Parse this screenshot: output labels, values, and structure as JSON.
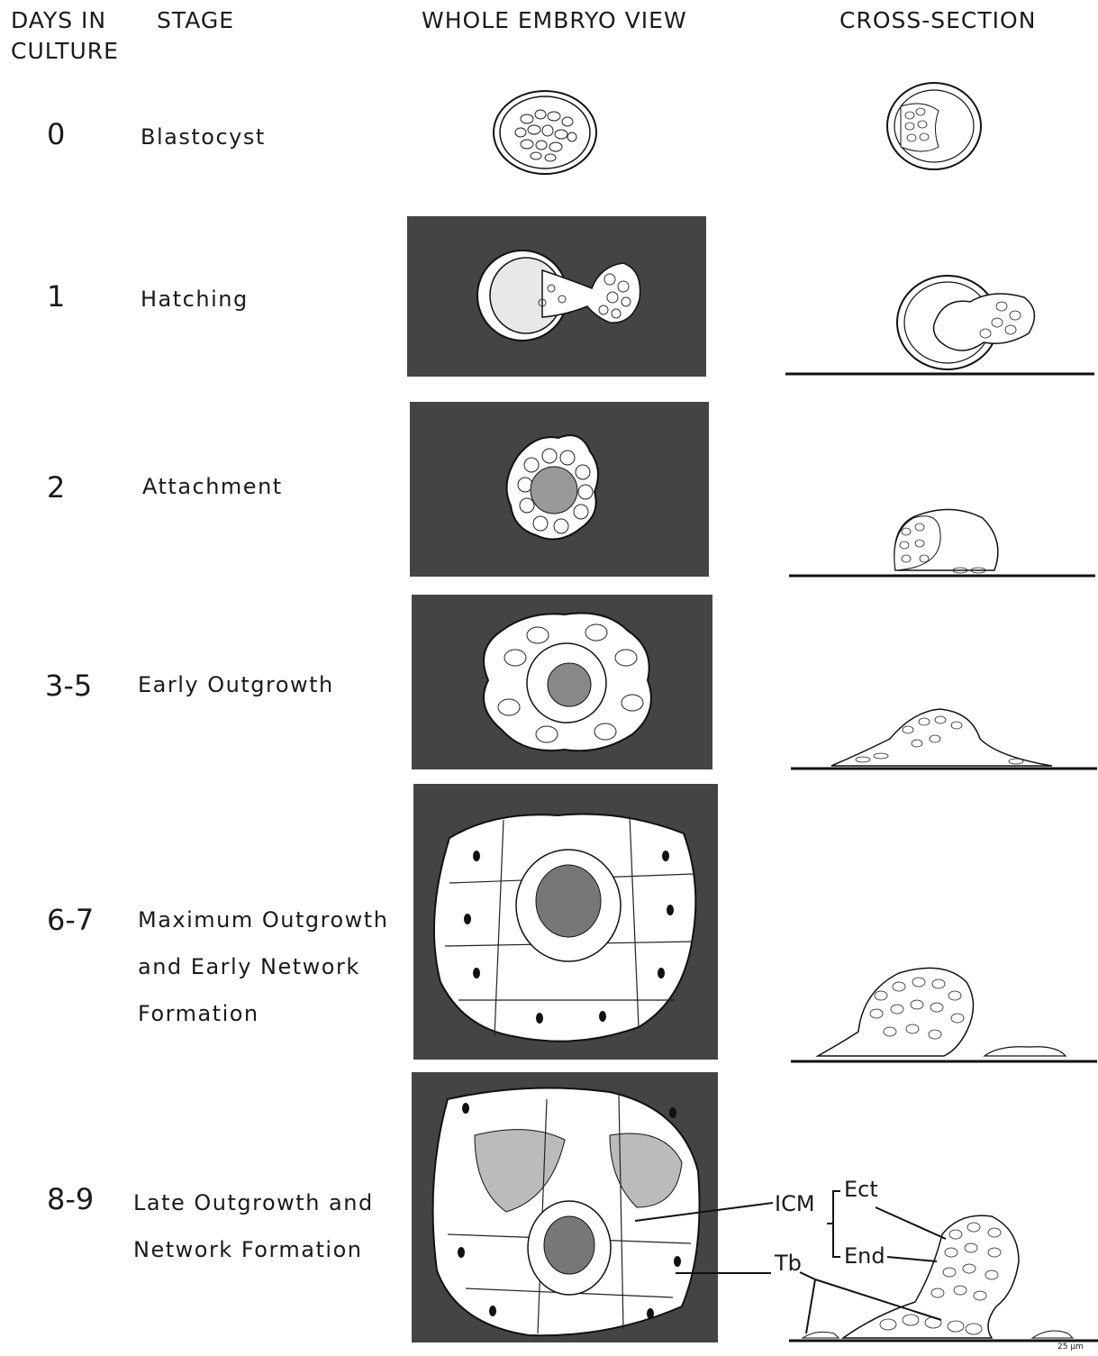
{
  "headers": {
    "days_line1": "DAYS IN",
    "days_line2": "CULTURE",
    "stage": "STAGE",
    "whole": "WHOLE EMBRYO VIEW",
    "cross": "CROSS-SECTION"
  },
  "rows": [
    {
      "day": "0",
      "stage": [
        "Blastocyst"
      ]
    },
    {
      "day": "1",
      "stage": [
        "Hatching"
      ]
    },
    {
      "day": "2",
      "stage": [
        "Attachment"
      ]
    },
    {
      "day": "3-5",
      "stage": [
        "Early Outgrowth"
      ]
    },
    {
      "day": "6-7",
      "stage": [
        "Maximum Outgrowth",
        "and Early Network",
        "Formation"
      ]
    },
    {
      "day": "8-9",
      "stage": [
        "Late Outgrowth and",
        "Network Formation"
      ]
    }
  ],
  "labels": {
    "icm": "ICM",
    "ect": "Ect",
    "end": "End",
    "tb": "Tb",
    "scale": "25 µm"
  }
}
